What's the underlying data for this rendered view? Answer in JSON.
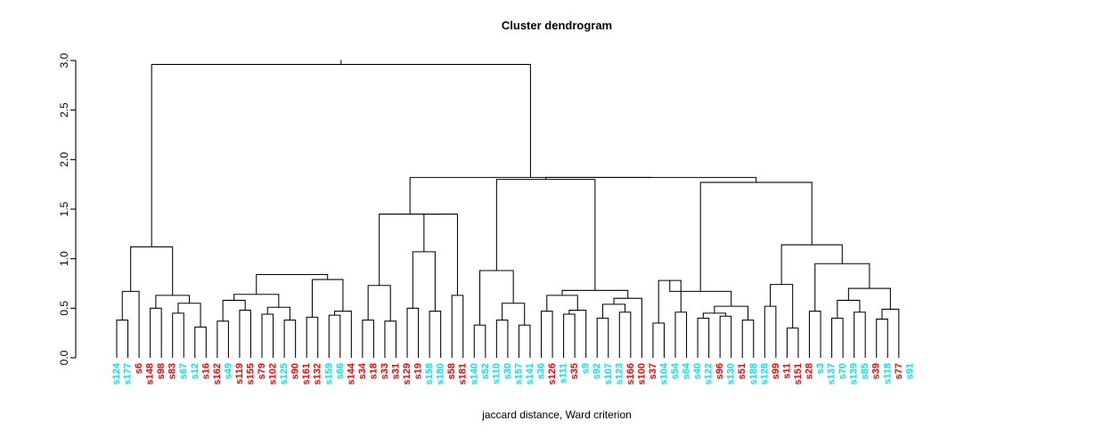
{
  "chart_data": {
    "type": "dendrogram",
    "title": "Cluster dendrogram",
    "xlabel": "jaccard distance, Ward criterion",
    "ylabel": "",
    "ylim": [
      0.0,
      3.0
    ],
    "yticks": [
      "0.0",
      "0.5",
      "1.0",
      "1.5",
      "2.0",
      "2.5",
      "3.0"
    ],
    "ytick_values": [
      0.0,
      0.5,
      1.0,
      1.5,
      2.0,
      2.5,
      3.0
    ],
    "grid": false,
    "legend": "none",
    "leaf_colors": {
      "cyan": "#00e5ee",
      "red": "#ff0000"
    },
    "line_color": "#000000",
    "n_leaves": 72,
    "leaves": [
      {
        "label": "s124",
        "color": "cyan"
      },
      {
        "label": "s177",
        "color": "cyan"
      },
      {
        "label": "s6",
        "color": "red"
      },
      {
        "label": "s148",
        "color": "red"
      },
      {
        "label": "s98",
        "color": "red"
      },
      {
        "label": "s83",
        "color": "red"
      },
      {
        "label": "s67",
        "color": "cyan"
      },
      {
        "label": "s12",
        "color": "cyan"
      },
      {
        "label": "s16",
        "color": "red"
      },
      {
        "label": "s162",
        "color": "red"
      },
      {
        "label": "s49",
        "color": "cyan"
      },
      {
        "label": "s119",
        "color": "red"
      },
      {
        "label": "s155",
        "color": "red"
      },
      {
        "label": "s79",
        "color": "red"
      },
      {
        "label": "s102",
        "color": "red"
      },
      {
        "label": "s125",
        "color": "cyan"
      },
      {
        "label": "s90",
        "color": "red"
      },
      {
        "label": "s161",
        "color": "red"
      },
      {
        "label": "s132",
        "color": "red"
      },
      {
        "label": "s159",
        "color": "cyan"
      },
      {
        "label": "s66",
        "color": "cyan"
      },
      {
        "label": "s144",
        "color": "red"
      },
      {
        "label": "s34",
        "color": "red"
      },
      {
        "label": "s18",
        "color": "red"
      },
      {
        "label": "s33",
        "color": "red"
      },
      {
        "label": "s31",
        "color": "red"
      },
      {
        "label": "s129",
        "color": "red"
      },
      {
        "label": "s19",
        "color": "red"
      },
      {
        "label": "s158",
        "color": "cyan"
      },
      {
        "label": "s180",
        "color": "cyan"
      },
      {
        "label": "s58",
        "color": "red"
      },
      {
        "label": "s181",
        "color": "red"
      },
      {
        "label": "s140",
        "color": "cyan"
      },
      {
        "label": "s52",
        "color": "cyan"
      },
      {
        "label": "s110",
        "color": "cyan"
      },
      {
        "label": "s30",
        "color": "cyan"
      },
      {
        "label": "s157",
        "color": "cyan"
      },
      {
        "label": "s141",
        "color": "cyan"
      },
      {
        "label": "s36",
        "color": "cyan"
      },
      {
        "label": "s126",
        "color": "red"
      },
      {
        "label": "s111",
        "color": "cyan"
      },
      {
        "label": "s35",
        "color": "red"
      },
      {
        "label": "s9",
        "color": "cyan"
      },
      {
        "label": "s92",
        "color": "cyan"
      },
      {
        "label": "s107",
        "color": "cyan"
      },
      {
        "label": "s123",
        "color": "cyan"
      },
      {
        "label": "s166",
        "color": "red"
      },
      {
        "label": "s100",
        "color": "red"
      },
      {
        "label": "s37",
        "color": "red"
      },
      {
        "label": "s104",
        "color": "cyan"
      },
      {
        "label": "s54",
        "color": "cyan"
      },
      {
        "label": "s64",
        "color": "cyan"
      },
      {
        "label": "s40",
        "color": "cyan"
      },
      {
        "label": "s122",
        "color": "cyan"
      },
      {
        "label": "s96",
        "color": "red"
      },
      {
        "label": "s130",
        "color": "cyan"
      },
      {
        "label": "s51",
        "color": "red"
      },
      {
        "label": "s188",
        "color": "cyan"
      },
      {
        "label": "s128",
        "color": "cyan"
      },
      {
        "label": "s99",
        "color": "red"
      },
      {
        "label": "s11",
        "color": "red"
      },
      {
        "label": "s151",
        "color": "red"
      },
      {
        "label": "s28",
        "color": "red"
      },
      {
        "label": "s3",
        "color": "cyan"
      },
      {
        "label": "s137",
        "color": "cyan"
      },
      {
        "label": "s70",
        "color": "cyan"
      },
      {
        "label": "s139",
        "color": "cyan"
      },
      {
        "label": "s85",
        "color": "cyan"
      },
      {
        "label": "s39",
        "color": "red"
      },
      {
        "label": "s118",
        "color": "cyan"
      },
      {
        "label": "s77",
        "color": "red"
      },
      {
        "label": "s91",
        "color": "cyan"
      }
    ],
    "merges": [
      {
        "a": {
          "leaf": 0
        },
        "b": {
          "leaf": 1
        },
        "h": 0.38
      },
      {
        "a": {
          "node": 0
        },
        "b": {
          "leaf": 2
        },
        "h": 0.67
      },
      {
        "a": {
          "leaf": 3
        },
        "b": {
          "leaf": 4
        },
        "h": 0.5
      },
      {
        "a": {
          "leaf": 5
        },
        "b": {
          "leaf": 6
        },
        "h": 0.45
      },
      {
        "a": {
          "leaf": 7
        },
        "b": {
          "leaf": 8
        },
        "h": 0.31
      },
      {
        "a": {
          "node": 4
        },
        "b": {
          "node": 3
        },
        "h": 0.55
      },
      {
        "a": {
          "node": 5
        },
        "b": {
          "node": 2
        },
        "h": 0.63
      },
      {
        "a": {
          "node": 6
        },
        "b": {
          "node": 1
        },
        "h": 1.12
      },
      {
        "a": {
          "leaf": 9
        },
        "b": {
          "leaf": 10
        },
        "h": 0.37
      },
      {
        "a": {
          "leaf": 11
        },
        "b": {
          "leaf": 12
        },
        "h": 0.48
      },
      {
        "a": {
          "node": 9
        },
        "b": {
          "node": 8
        },
        "h": 0.58
      },
      {
        "a": {
          "leaf": 13
        },
        "b": {
          "leaf": 14
        },
        "h": 0.44
      },
      {
        "a": {
          "leaf": 15
        },
        "b": {
          "leaf": 16
        },
        "h": 0.38
      },
      {
        "a": {
          "node": 12
        },
        "b": {
          "node": 11
        },
        "h": 0.51
      },
      {
        "a": {
          "node": 13
        },
        "b": {
          "node": 10
        },
        "h": 0.64
      },
      {
        "a": {
          "leaf": 17
        },
        "b": {
          "leaf": 18
        },
        "h": 0.41
      },
      {
        "a": {
          "leaf": 19
        },
        "b": {
          "leaf": 20
        },
        "h": 0.43
      },
      {
        "a": {
          "leaf": 21
        },
        "b": {
          "node": 16
        },
        "h": 0.47
      },
      {
        "a": {
          "node": 15
        },
        "b": {
          "node": 17
        },
        "h": 0.79
      },
      {
        "a": {
          "node": 14
        },
        "b": {
          "node": 18
        },
        "h": 0.84
      },
      {
        "a": {
          "leaf": 22
        },
        "b": {
          "leaf": 23
        },
        "h": 0.38
      },
      {
        "a": {
          "leaf": 24
        },
        "b": {
          "leaf": 25
        },
        "h": 0.37
      },
      {
        "a": {
          "node": 20
        },
        "b": {
          "node": 21
        },
        "h": 0.73
      },
      {
        "a": {
          "leaf": 26
        },
        "b": {
          "leaf": 27
        },
        "h": 0.5
      },
      {
        "a": {
          "leaf": 28
        },
        "b": {
          "leaf": 29
        },
        "h": 0.47
      },
      {
        "a": {
          "node": 23
        },
        "b": {
          "node": 24
        },
        "h": 1.07
      },
      {
        "a": {
          "leaf": 30
        },
        "b": {
          "leaf": 31
        },
        "h": 0.63
      },
      {
        "a": {
          "node": 25
        },
        "b": {
          "node": 26
        },
        "h": 1.45
      },
      {
        "a": {
          "node": 22
        },
        "b": {
          "node": 27
        },
        "h": 1.45
      },
      {
        "a": {
          "leaf": 32
        },
        "b": {
          "leaf": 33
        },
        "h": 0.33
      },
      {
        "a": {
          "leaf": 34
        },
        "b": {
          "leaf": 35
        },
        "h": 0.38
      },
      {
        "a": {
          "leaf": 36
        },
        "b": {
          "leaf": 37
        },
        "h": 0.33
      },
      {
        "a": {
          "node": 31
        },
        "b": {
          "node": 30
        },
        "h": 0.55
      },
      {
        "a": {
          "node": 32
        },
        "b": {
          "node": 29
        },
        "h": 0.88
      },
      {
        "a": {
          "leaf": 38
        },
        "b": {
          "leaf": 39
        },
        "h": 0.47
      },
      {
        "a": {
          "leaf": 40
        },
        "b": {
          "leaf": 41
        },
        "h": 0.44
      },
      {
        "a": {
          "node": 35
        },
        "b": {
          "leaf": 42
        },
        "h": 0.48
      },
      {
        "a": {
          "node": 34
        },
        "b": {
          "node": 36
        },
        "h": 0.63
      },
      {
        "a": {
          "leaf": 43
        },
        "b": {
          "leaf": 44
        },
        "h": 0.4
      },
      {
        "a": {
          "leaf": 45
        },
        "b": {
          "leaf": 46
        },
        "h": 0.46
      },
      {
        "a": {
          "node": 38
        },
        "b": {
          "node": 39
        },
        "h": 0.54
      },
      {
        "a": {
          "node": 40
        },
        "b": {
          "leaf": 47
        },
        "h": 0.6
      },
      {
        "a": {
          "node": 37
        },
        "b": {
          "node": 41
        },
        "h": 0.68
      },
      {
        "a": {
          "node": 33
        },
        "b": {
          "node": 42
        },
        "h": 1.8
      },
      {
        "a": {
          "leaf": 48
        },
        "b": {
          "leaf": 49
        },
        "h": 0.35
      },
      {
        "a": {
          "leaf": 50
        },
        "b": {
          "leaf": 51
        },
        "h": 0.46
      },
      {
        "a": {
          "node": 44
        },
        "b": {
          "node": 45
        },
        "h": 0.78
      },
      {
        "a": {
          "leaf": 52
        },
        "b": {
          "leaf": 53
        },
        "h": 0.4
      },
      {
        "a": {
          "leaf": 54
        },
        "b": {
          "leaf": 55
        },
        "h": 0.42
      },
      {
        "a": {
          "node": 47
        },
        "b": {
          "node": 48
        },
        "h": 0.45
      },
      {
        "a": {
          "leaf": 56
        },
        "b": {
          "leaf": 57
        },
        "h": 0.38
      },
      {
        "a": {
          "node": 49
        },
        "b": {
          "node": 50
        },
        "h": 0.52
      },
      {
        "a": {
          "node": 46
        },
        "b": {
          "node": 51
        },
        "h": 0.67
      },
      {
        "a": {
          "leaf": 58
        },
        "b": {
          "leaf": 59
        },
        "h": 0.52
      },
      {
        "a": {
          "leaf": 60
        },
        "b": {
          "leaf": 61
        },
        "h": 0.3
      },
      {
        "a": {
          "node": 53
        },
        "b": {
          "node": 54
        },
        "h": 0.74
      },
      {
        "a": {
          "leaf": 62
        },
        "b": {
          "leaf": 63
        },
        "h": 0.47
      },
      {
        "a": {
          "leaf": 64
        },
        "b": {
          "leaf": 65
        },
        "h": 0.4
      },
      {
        "a": {
          "leaf": 66
        },
        "b": {
          "leaf": 67
        },
        "h": 0.46
      },
      {
        "a": {
          "node": 57
        },
        "b": {
          "node": 58
        },
        "h": 0.58
      },
      {
        "a": {
          "leaf": 68
        },
        "b": {
          "leaf": 69
        },
        "h": 0.39
      },
      {
        "a": {
          "node": 60
        },
        "b": {
          "leaf": 70
        },
        "h": 0.49
      },
      {
        "a": {
          "node": 59
        },
        "b": {
          "node": 61
        },
        "h": 0.7
      },
      {
        "a": {
          "node": 56
        },
        "b": {
          "node": 62
        },
        "h": 0.95
      },
      {
        "a": {
          "node": 55
        },
        "b": {
          "node": 63
        },
        "h": 1.14
      },
      {
        "a": {
          "node": 52
        },
        "b": {
          "node": 64
        },
        "h": 1.77
      },
      {
        "a": {
          "node": 43
        },
        "b": {
          "node": 65
        },
        "h": 1.82
      },
      {
        "a": {
          "node": 28
        },
        "b": {
          "node": 66
        },
        "h": 1.82
      },
      {
        "a": {
          "node": 7
        },
        "b": {
          "node": 67
        },
        "h": 2.96
      }
    ]
  }
}
